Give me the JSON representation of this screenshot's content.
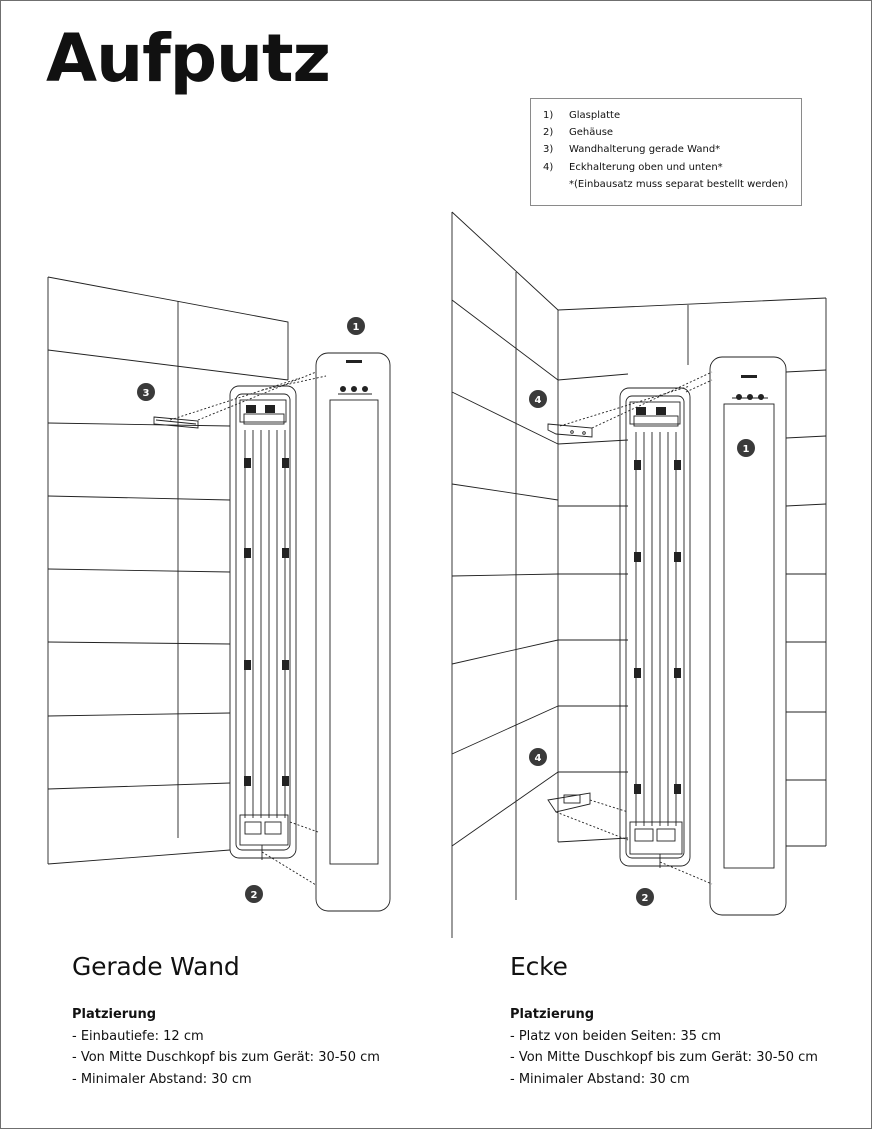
{
  "title": "Aufputz",
  "legend": {
    "items": [
      {
        "num": "1)",
        "label": "Glasplatte"
      },
      {
        "num": "2)",
        "label": "Gehäuse"
      },
      {
        "num": "3)",
        "label": "Wandhalterung gerade Wand*"
      },
      {
        "num": "4)",
        "label": "Eckhalterung oben und unten*"
      }
    ],
    "note": "*(Einbausatz muss separat bestellt werden)"
  },
  "callouts": {
    "one": "1",
    "two": "2",
    "three": "3",
    "four": "4"
  },
  "left": {
    "title": "Gerade Wand",
    "heading": "Platzierung",
    "lines": [
      "- Einbautiefe: 12 cm",
      "- Von Mitte Duschkopf bis zum Gerät: 30-50 cm",
      "- Minimaler Abstand: 30 cm"
    ]
  },
  "right": {
    "title": "Ecke",
    "heading": "Platzierung",
    "lines": [
      "- Platz von beiden Seiten: 35 cm",
      "- Von Mitte Duschkopf bis zum Gerät: 30-50 cm",
      "- Minimaler Abstand: 30 cm"
    ]
  }
}
